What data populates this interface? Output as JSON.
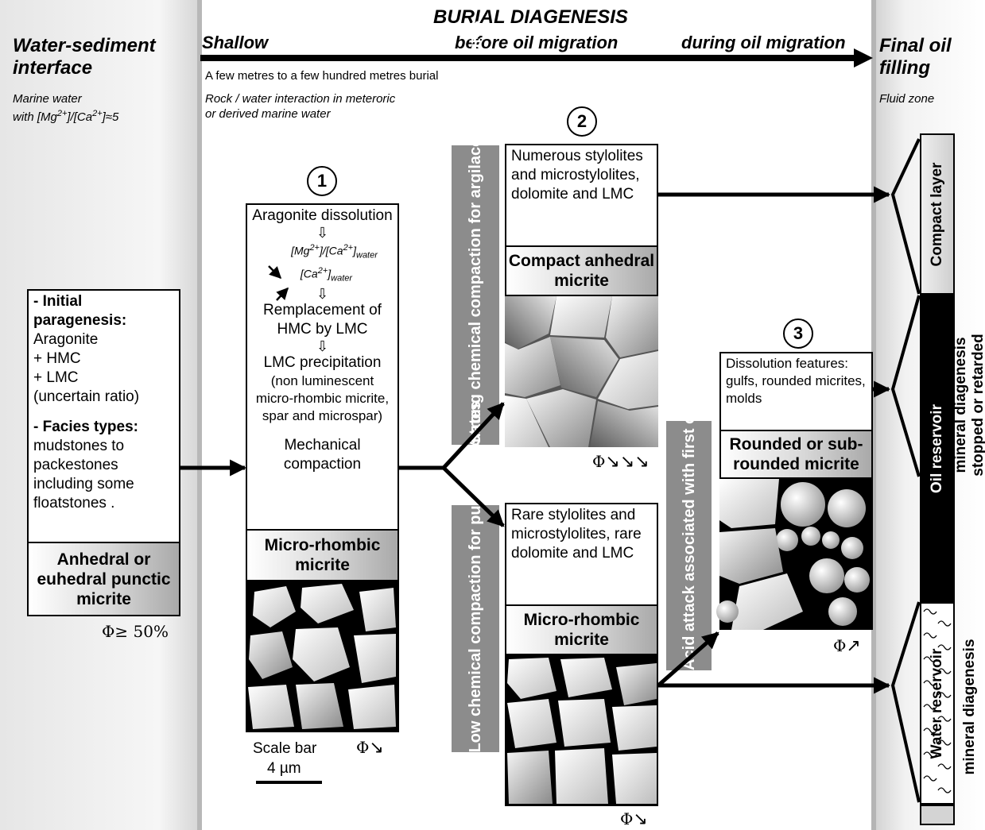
{
  "columns": {
    "left_title": "Water-sediment interface",
    "left_note_line1": "Marine water",
    "left_note_line2": "with [Mg2+]/[Ca2+]≈5",
    "burial_title": "BURIAL DIAGENESIS",
    "shallow": "Shallow",
    "before_oil": "before oil migration",
    "during_oil": "during oil migration",
    "burial_note": "A few metres to a few hundred metres burial",
    "rock_water_line1": "Rock / water interaction in meteroric",
    "rock_water_line2": "or derived marine water",
    "right_title": "Final oil filling",
    "right_note": "Fluid zone"
  },
  "initial": {
    "heading1": "- Initial paragenesis:",
    "items": [
      "Aragonite",
      "+ HMC",
      "+ LMC",
      "(uncertain ratio)"
    ],
    "heading2": "- Facies types:",
    "facies": "mudstones to packestones including some floatstones .",
    "label": "Anhedral or euhedral punctic micrite",
    "porosity": "Φ≥ 50%"
  },
  "step1": {
    "number": "1",
    "aragonite": "Aragonite dissolution",
    "ratio": "[Mg2+]/[Ca2+]water",
    "ca": "[Ca2+]water",
    "replacement": "Remplacement of HMC by LMC",
    "lmc": "LMC precipitation",
    "lmc_detail": "(non luminescent micro-rhombic micrite, spar and microspar)",
    "mechanical": "Mechanical compaction",
    "label": "Micro-rhombic micrite",
    "scale_label": "Scale bar",
    "scale_value": "4 µm",
    "phi": "Φ"
  },
  "step2": {
    "number": "2",
    "band_strong": "Strong chemical compaction for argilaceous carbonates",
    "band_low": "Low chemical compaction for pure carbonates",
    "top_text": "Numerous stylolites and microstylolites, dolomite and LMC",
    "top_label": "Compact anhedral micrite",
    "bottom_text": "Rare stylolites and microstylolites, rare dolomite and LMC",
    "bottom_label": "Micro-rhombic micrite",
    "phi": "Φ"
  },
  "step3": {
    "number": "3",
    "band_acid": "Acid attack associated with first oil migration",
    "text": "Dissolution features: gulfs, rounded micrites, molds",
    "label": "Rounded or sub-rounded micrite",
    "phi": "Φ"
  },
  "zones": {
    "compact": "Compact layer",
    "oil": "Oil reservoir",
    "water": "Water reservoir",
    "stopped_line1": "stopped or retarded",
    "stopped_line2": "mineral diagenesis",
    "mineral": "mineral diagenesis"
  }
}
